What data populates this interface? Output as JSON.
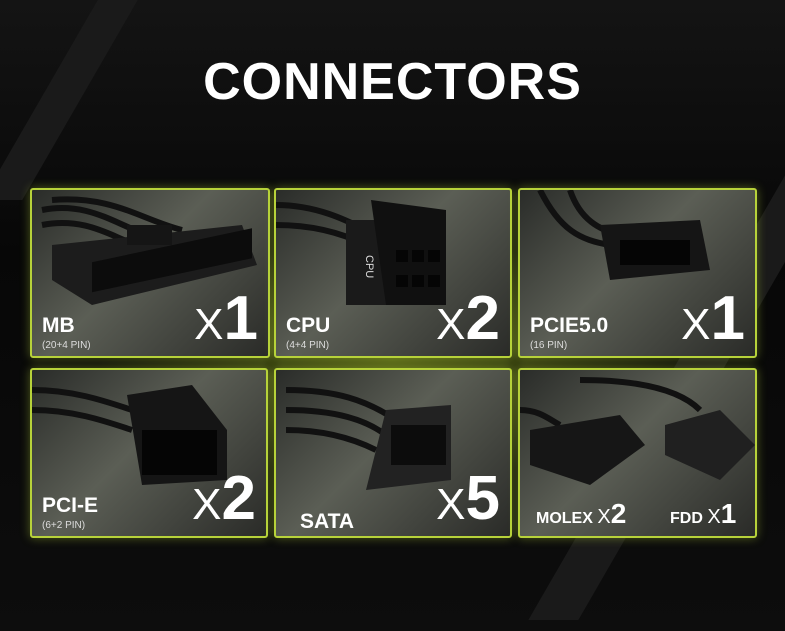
{
  "title": "CONNECTORS",
  "cards": [
    {
      "name": "MB",
      "sub": "(20+4 PIN)",
      "x": "X",
      "n": "1"
    },
    {
      "name": "CPU",
      "sub": "(4+4 PIN)",
      "x": "X",
      "n": "2"
    },
    {
      "name": "PCIE5.0",
      "sub": "(16 PIN)",
      "x": "X",
      "n": "1"
    },
    {
      "name": "PCI-E",
      "sub": "(6+2 PIN)",
      "x": "X",
      "n": "2"
    },
    {
      "name": "SATA",
      "x": "X",
      "n": "5"
    }
  ],
  "combo": {
    "a": "MOLEX",
    "ax": "X",
    "an": "2",
    "b": "FDD",
    "bx": "X",
    "bn": "1"
  },
  "cpu_label": "CPU",
  "accent": "#b7d23a"
}
